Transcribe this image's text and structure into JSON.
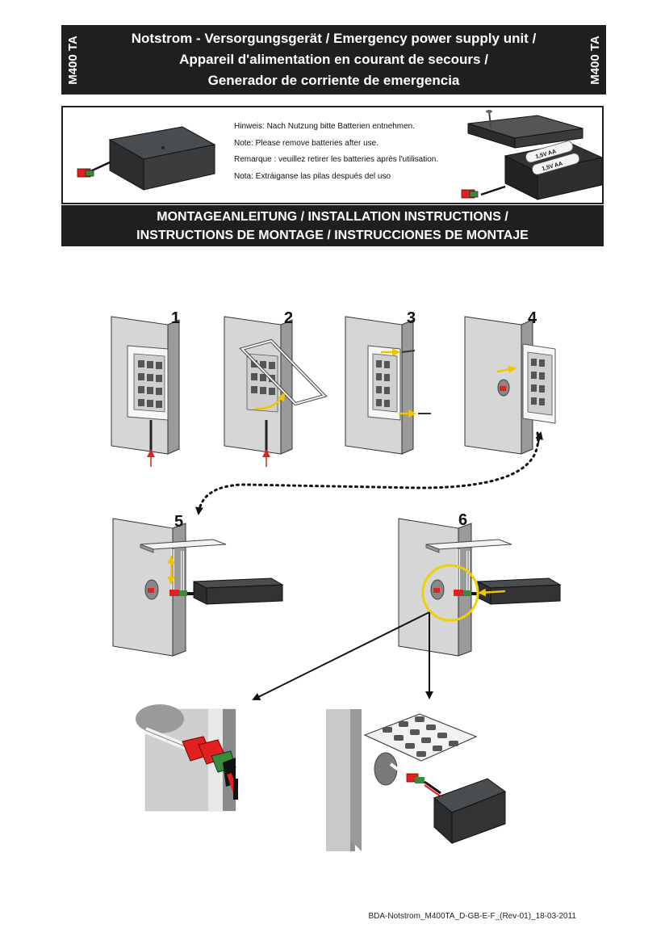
{
  "header": {
    "model_left": "M400 TA",
    "model_right": "M400 TA",
    "title_lines": [
      "Notstrom - Versorgungsgerät / Emergency power supply unit /",
      "Appareil d'alimentation en courant de secours /",
      "Generador de corriente de emergencia"
    ]
  },
  "note": {
    "lines": [
      "Hinweis: Nach Nutzung bitte Batterien entnehmen.",
      "Note: Please remove batteries after use.",
      "Remarque : veuillez retirer les batteries après l'utilisation.",
      "Nota: Extráiganse las pilas después del uso"
    ],
    "battery_labels": [
      "1,5V AA",
      "1,5V AA"
    ]
  },
  "instructions_heading": [
    "MONTAGEANLEITUNG / INSTALLATION INSTRUCTIONS /",
    "INSTRUCTIONS DE MONTAGE / INSTRUCCIONES DE MONTAJE"
  ],
  "steps": [
    "1",
    "2",
    "3",
    "4",
    "5",
    "6"
  ],
  "footer": {
    "doc_id": "BDA-Notstrom_M400TA_D-GB-E-F_(Rev-01)_18-03-2011"
  }
}
